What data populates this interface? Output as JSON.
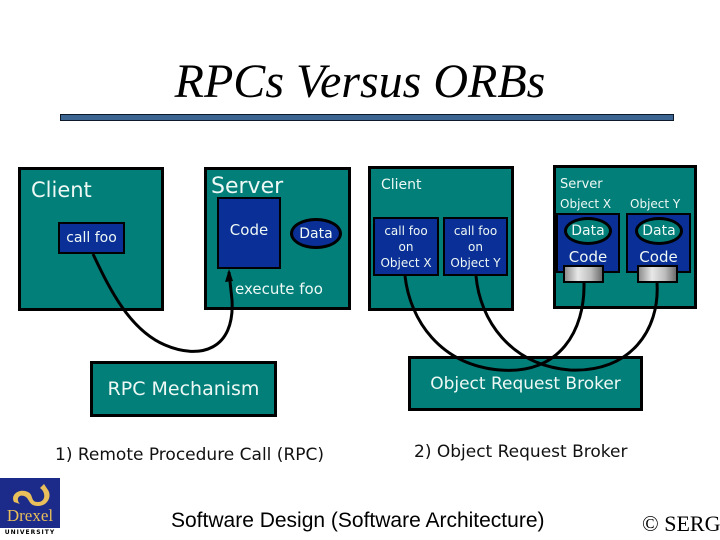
{
  "slide": {
    "title": "RPCs Versus ORBs",
    "footer_center": "Software Design (Software Architecture)",
    "footer_right": "© SERG",
    "logo": {
      "name": "Drexel",
      "subtitle": "UNIVERSITY",
      "colors": {
        "background": "#1c2a8a",
        "emblem": "#e8bf5a"
      }
    }
  },
  "colors": {
    "box_teal": "#037f7a",
    "box_blue": "#0a2f96",
    "title_rule": "#3d6592",
    "text_light": "#eef8f4"
  },
  "rpc": {
    "client": {
      "label": "Client",
      "call_box": "call foo"
    },
    "server": {
      "label": "Server",
      "code": "Code",
      "data": "Data",
      "action": "execute foo"
    },
    "mechanism": "RPC Mechanism",
    "caption": "1) Remote Procedure Call (RPC)"
  },
  "orb": {
    "client": {
      "label": "Client",
      "calls": [
        {
          "line1": "call foo",
          "line2": "on",
          "line3": "Object X"
        },
        {
          "line1": "call foo",
          "line2": "on",
          "line3": "Object Y"
        }
      ]
    },
    "server": {
      "label": "Server",
      "objects": [
        {
          "name": "Object X",
          "data": "Data",
          "code": "Code"
        },
        {
          "name": "Object Y",
          "data": "Data",
          "code": "Code"
        }
      ]
    },
    "broker": "Object Request Broker",
    "caption": "2) Object Request Broker"
  }
}
